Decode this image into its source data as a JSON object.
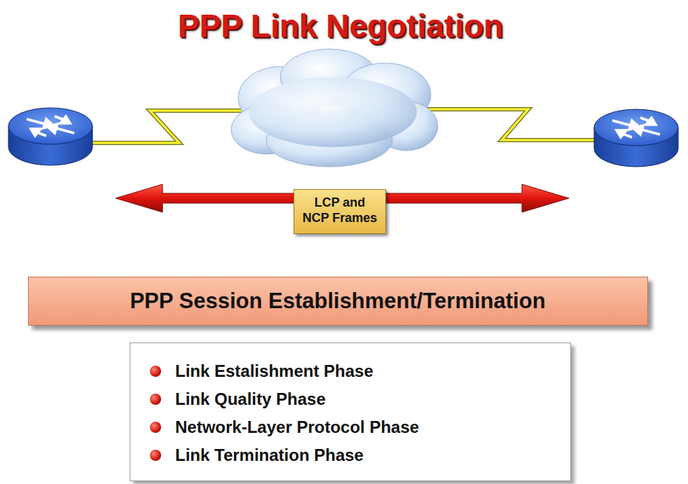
{
  "diagram": {
    "title": "PPP Link Negotiation",
    "nodes": [
      {
        "text": [
          "LCP and NCP Frames"
        ]
      },
      {
        "text": [
          "PPP Session Establishment/Termination"
        ]
      },
      {
        "text": [
          "Link Estalishment Phase",
          "Link Quality Phase",
          "Network-Layer Protocol Phase",
          "Link Termination Phase"
        ]
      }
    ]
  }
}
